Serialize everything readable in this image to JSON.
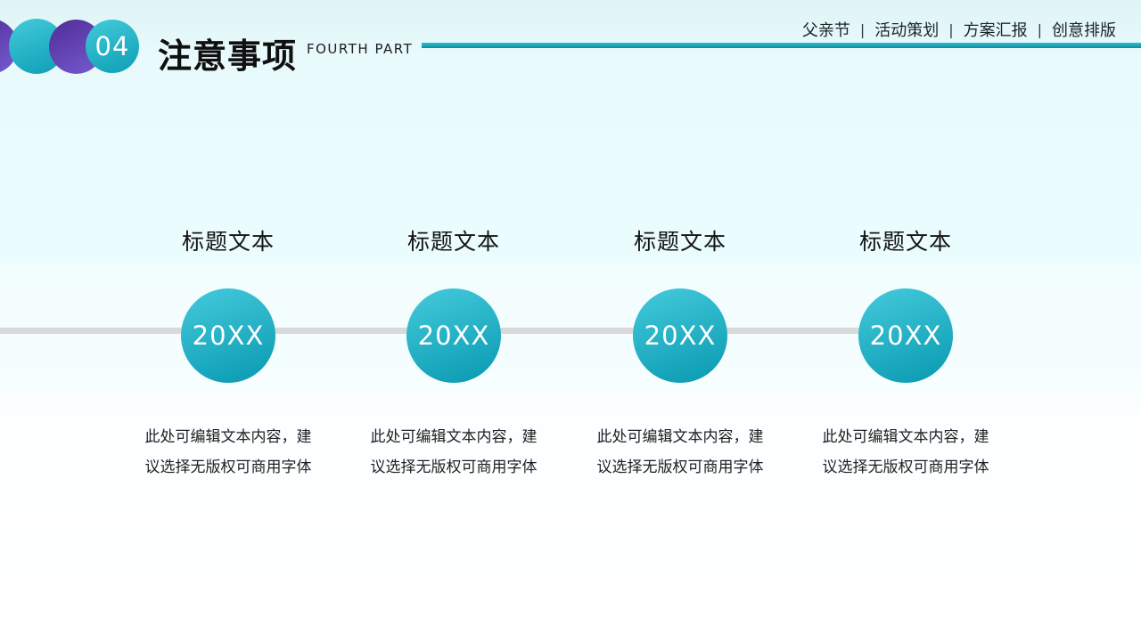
{
  "slide": {
    "header": {
      "badge_number": "04",
      "title": "注意事项",
      "subtitle": "FOURTH PART",
      "breadcrumb": {
        "separator": "|",
        "items": [
          "父亲节",
          "活动策划",
          "方案汇报",
          "创意排版"
        ]
      }
    },
    "timeline": {
      "items": [
        {
          "title": "标题文本",
          "year": "20XX",
          "desc": [
            "此处可编辑文本内容，建",
            "议选择无版权可商用字体"
          ]
        },
        {
          "title": "标题文本",
          "year": "20XX",
          "desc": [
            "此处可编辑文本内容，建",
            "议选择无版权可商用字体"
          ]
        },
        {
          "title": "标题文本",
          "year": "20XX",
          "desc": [
            "此处可编辑文本内容，建",
            "议选择无版权可商用字体"
          ]
        },
        {
          "title": "标题文本",
          "year": "20XX",
          "desc": [
            "此处可编辑文本内容，建",
            "议选择无版权可商用字体"
          ]
        }
      ]
    },
    "colors": {
      "accent_teal": "#14a3b8",
      "accent_purple": "#6348b8",
      "axis_gray": "#d9d9d9"
    }
  }
}
